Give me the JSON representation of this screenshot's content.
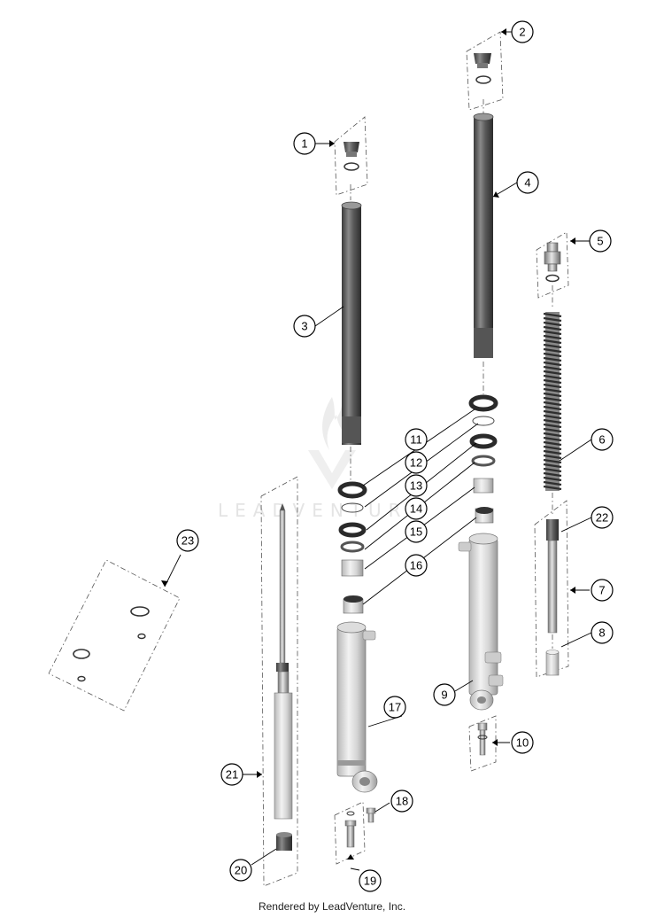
{
  "watermark": "LEADVENTURE",
  "footer": "Rendered by LeadVenture, Inc.",
  "callouts": [
    "1",
    "2",
    "3",
    "4",
    "5",
    "6",
    "7",
    "8",
    "9",
    "10",
    "11",
    "12",
    "13",
    "14",
    "15",
    "16",
    "17",
    "18",
    "19",
    "20",
    "21",
    "22",
    "23"
  ]
}
